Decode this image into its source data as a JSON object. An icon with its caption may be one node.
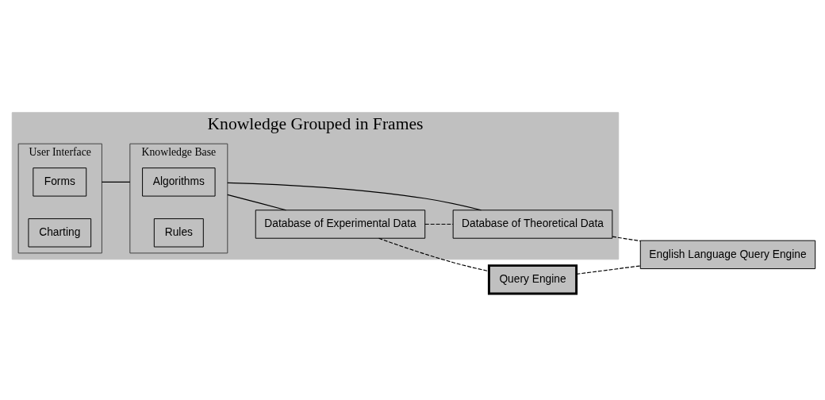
{
  "diagram": {
    "nodes": [
      {
        "text": [
          "Knowledge Grouped in Frames"
        ]
      },
      {
        "text": [
          "User Interface"
        ],
        "in": 0
      },
      {
        "text": [
          "Forms"
        ],
        "in": 1
      },
      {
        "text": [
          "Charting"
        ],
        "in": 1
      },
      {
        "text": [
          "Knowledge Base"
        ],
        "in": 0
      },
      {
        "text": [
          "Algorithms"
        ],
        "in": 4
      },
      {
        "text": [
          "Rules"
        ],
        "in": 4
      },
      {
        "text": [
          "Database of Experimental Data"
        ],
        "in": 0
      },
      {
        "text": [
          "Database of Theoretical Data"
        ],
        "in": 0
      },
      {
        "text": [
          "Query Engine"
        ]
      },
      {
        "text": [
          "English Language Query Engine"
        ]
      }
    ],
    "edges": [
      {
        "from": 1,
        "to": 4,
        "arrow": "none"
      },
      {
        "from": 4,
        "to": 7,
        "arrow": "none"
      },
      {
        "from": 4,
        "to": 8,
        "arrow": "none"
      },
      {
        "from": 7,
        "to": 8,
        "arrow": "none",
        "style": "dashed"
      },
      {
        "from": 7,
        "to": 9,
        "arrow": "none",
        "style": "dashed"
      },
      {
        "from": 8,
        "to": 10,
        "arrow": "none",
        "style": "dashed"
      },
      {
        "from": 9,
        "to": 10,
        "arrow": "none",
        "style": "dashed"
      }
    ]
  }
}
